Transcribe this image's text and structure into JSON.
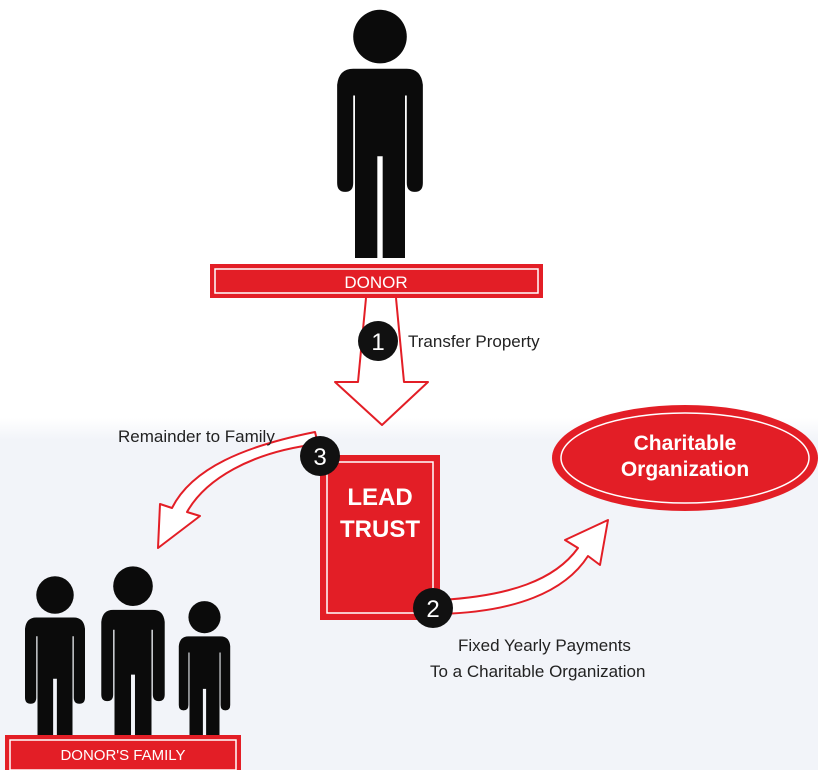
{
  "colors": {
    "primary_red": "#e31e26",
    "figure_black": "#0b0b0b",
    "badge_black": "#111111",
    "text_dark": "#222222"
  },
  "donor": {
    "label": "DONOR",
    "icon": "person-icon"
  },
  "family": {
    "label": "DONOR'S FAMILY",
    "icon": "family-icon"
  },
  "trust": {
    "line1": "LEAD",
    "line2": "TRUST"
  },
  "charity": {
    "line1": "Charitable",
    "line2": "Organization"
  },
  "steps": [
    {
      "number": "1",
      "text": "Transfer Property"
    },
    {
      "number": "2",
      "text": "Fixed Yearly Payments",
      "text2": "To a Charitable Organization"
    },
    {
      "number": "3",
      "text": "Remainder to Family"
    }
  ]
}
